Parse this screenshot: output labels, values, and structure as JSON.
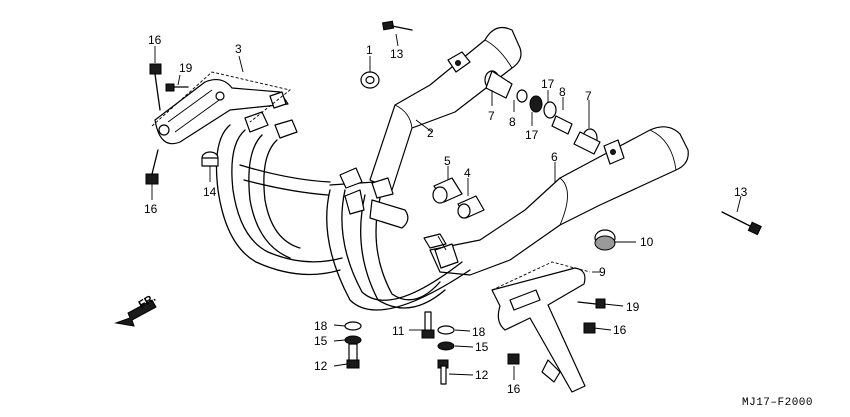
{
  "diagram": {
    "drawing_code": "MJ17–F2000",
    "front_marker": "FR.",
    "callouts": [
      {
        "id": "c1",
        "label": "1"
      },
      {
        "id": "c13a",
        "label": "13"
      },
      {
        "id": "c16a",
        "label": "16"
      },
      {
        "id": "c19a",
        "label": "19"
      },
      {
        "id": "c3",
        "label": "3"
      },
      {
        "id": "c2",
        "label": "2"
      },
      {
        "id": "c7a",
        "label": "7"
      },
      {
        "id": "c8a",
        "label": "8"
      },
      {
        "id": "c17a",
        "label": "17"
      },
      {
        "id": "c17b",
        "label": "17"
      },
      {
        "id": "c8b",
        "label": "8"
      },
      {
        "id": "c7b",
        "label": "7"
      },
      {
        "id": "c16b",
        "label": "16"
      },
      {
        "id": "c14",
        "label": "14"
      },
      {
        "id": "c5",
        "label": "5"
      },
      {
        "id": "c4",
        "label": "4"
      },
      {
        "id": "c6",
        "label": "6"
      },
      {
        "id": "c13b",
        "label": "13"
      },
      {
        "id": "c10",
        "label": "10"
      },
      {
        "id": "c9",
        "label": "9"
      },
      {
        "id": "c19b",
        "label": "19"
      },
      {
        "id": "c16c",
        "label": "16"
      },
      {
        "id": "c18a",
        "label": "18"
      },
      {
        "id": "c15a",
        "label": "15"
      },
      {
        "id": "c12a",
        "label": "12"
      },
      {
        "id": "c11",
        "label": "11"
      },
      {
        "id": "c18b",
        "label": "18"
      },
      {
        "id": "c15b",
        "label": "15"
      },
      {
        "id": "c12b",
        "label": "12"
      },
      {
        "id": "c16d",
        "label": "16"
      }
    ]
  }
}
